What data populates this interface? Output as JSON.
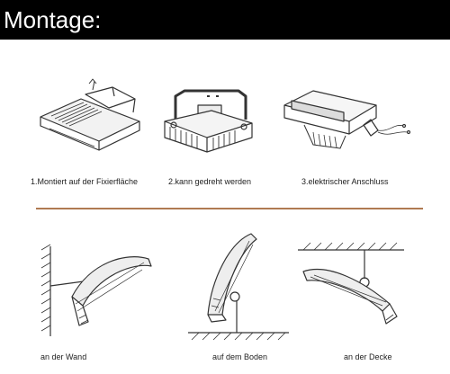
{
  "header": {
    "title": "Montage:"
  },
  "steps": [
    {
      "label": "1.Montiert auf der Fixierfläche",
      "icon": "mount-on-surface-illustration"
    },
    {
      "label": "2.kann gedreht werden",
      "icon": "rotate-bracket-illustration"
    },
    {
      "label": "3.elektrischer Anschluss",
      "icon": "electrical-connection-illustration"
    }
  ],
  "mounting_options": [
    {
      "label": "an der Wand",
      "icon": "wall-mount-illustration"
    },
    {
      "label": "auf dem Boden",
      "icon": "floor-mount-illustration"
    },
    {
      "label": "an der Decke",
      "icon": "ceiling-mount-illustration"
    }
  ],
  "colors": {
    "header_bg": "#000000",
    "header_text": "#ffffff",
    "divider": "#b07a52",
    "line_art": "#333333"
  }
}
